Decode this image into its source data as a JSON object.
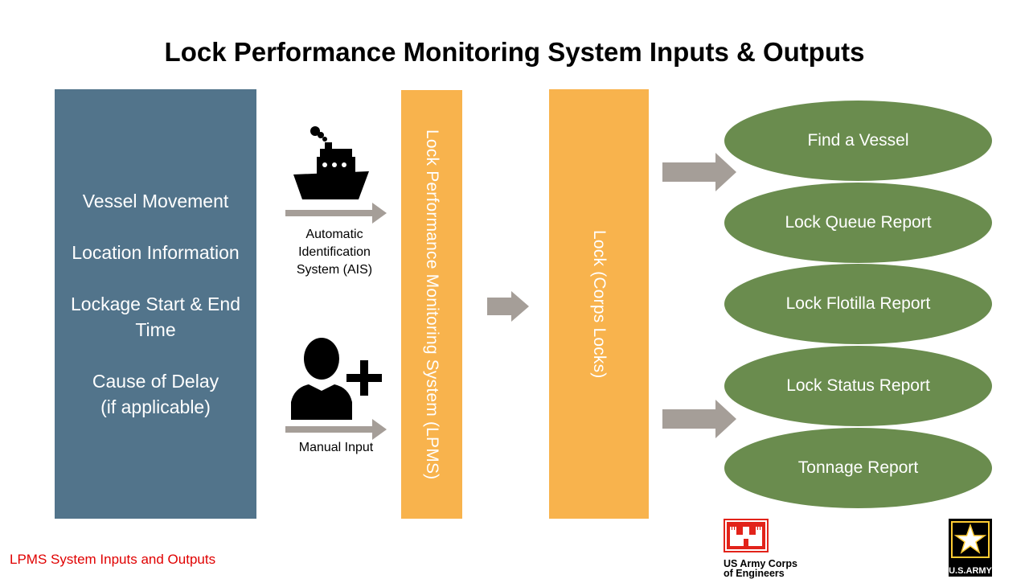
{
  "title": "Lock Performance Monitoring System Inputs & Outputs",
  "inputs": {
    "items": [
      "Vessel Movement",
      "Location Information",
      "Lockage Start & End\nTime",
      "Cause of Delay\n(if applicable)"
    ],
    "color": "#52748B"
  },
  "sources": {
    "ais_caption": "Automatic\nIdentification\nSystem (AIS)",
    "ais_icon": "ship-icon",
    "manual_caption": "Manual Input",
    "manual_icon": "add-person-icon"
  },
  "lpms_bar": {
    "label": "Lock Performance Monitoring System (LPMS)",
    "color": "#F8B34D"
  },
  "lock_bar": {
    "label": "Lock (Corps Locks)",
    "color": "#F8B34D"
  },
  "outputs": {
    "items": [
      "Find a Vessel",
      "Lock Queue Report",
      "Lock Flotilla Report",
      "Lock Status Report",
      "Tonnage Report"
    ],
    "color": "#6A8C4E"
  },
  "arrow_color": "#A59E98",
  "footer_note": "LPMS System Inputs and Outputs",
  "footer_note_color": "#E00000",
  "logos": {
    "usace": {
      "line1": "US Army Corps",
      "line2": "of Engineers",
      "mark": "castle-icon"
    },
    "army": {
      "text": "U.S.ARMY",
      "mark": "star-icon"
    }
  }
}
